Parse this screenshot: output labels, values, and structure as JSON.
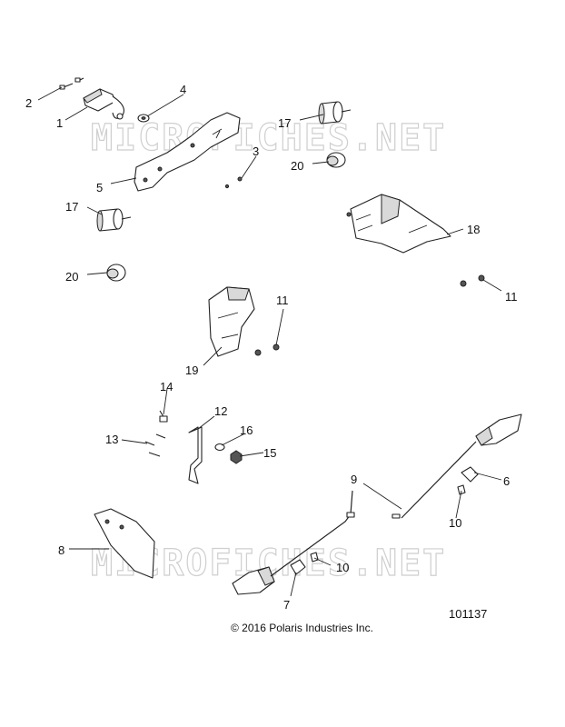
{
  "watermark": "MICROFICHES.NET",
  "diagram_ref": "101137",
  "copyright": "© 2016 Polaris Industries Inc.",
  "callouts": {
    "c1": "1",
    "c2": "2",
    "c3": "3",
    "c4": "4",
    "c5": "5",
    "c6": "6",
    "c7": "7",
    "c8": "8",
    "c9": "9",
    "c10a": "10",
    "c10b": "10",
    "c11a": "11",
    "c11b": "11",
    "c12": "12",
    "c13": "13",
    "c14": "14",
    "c15": "15",
    "c16": "16",
    "c17a": "17",
    "c17b": "17",
    "c18": "18",
    "c19": "19",
    "c20a": "20",
    "c20b": "20"
  }
}
